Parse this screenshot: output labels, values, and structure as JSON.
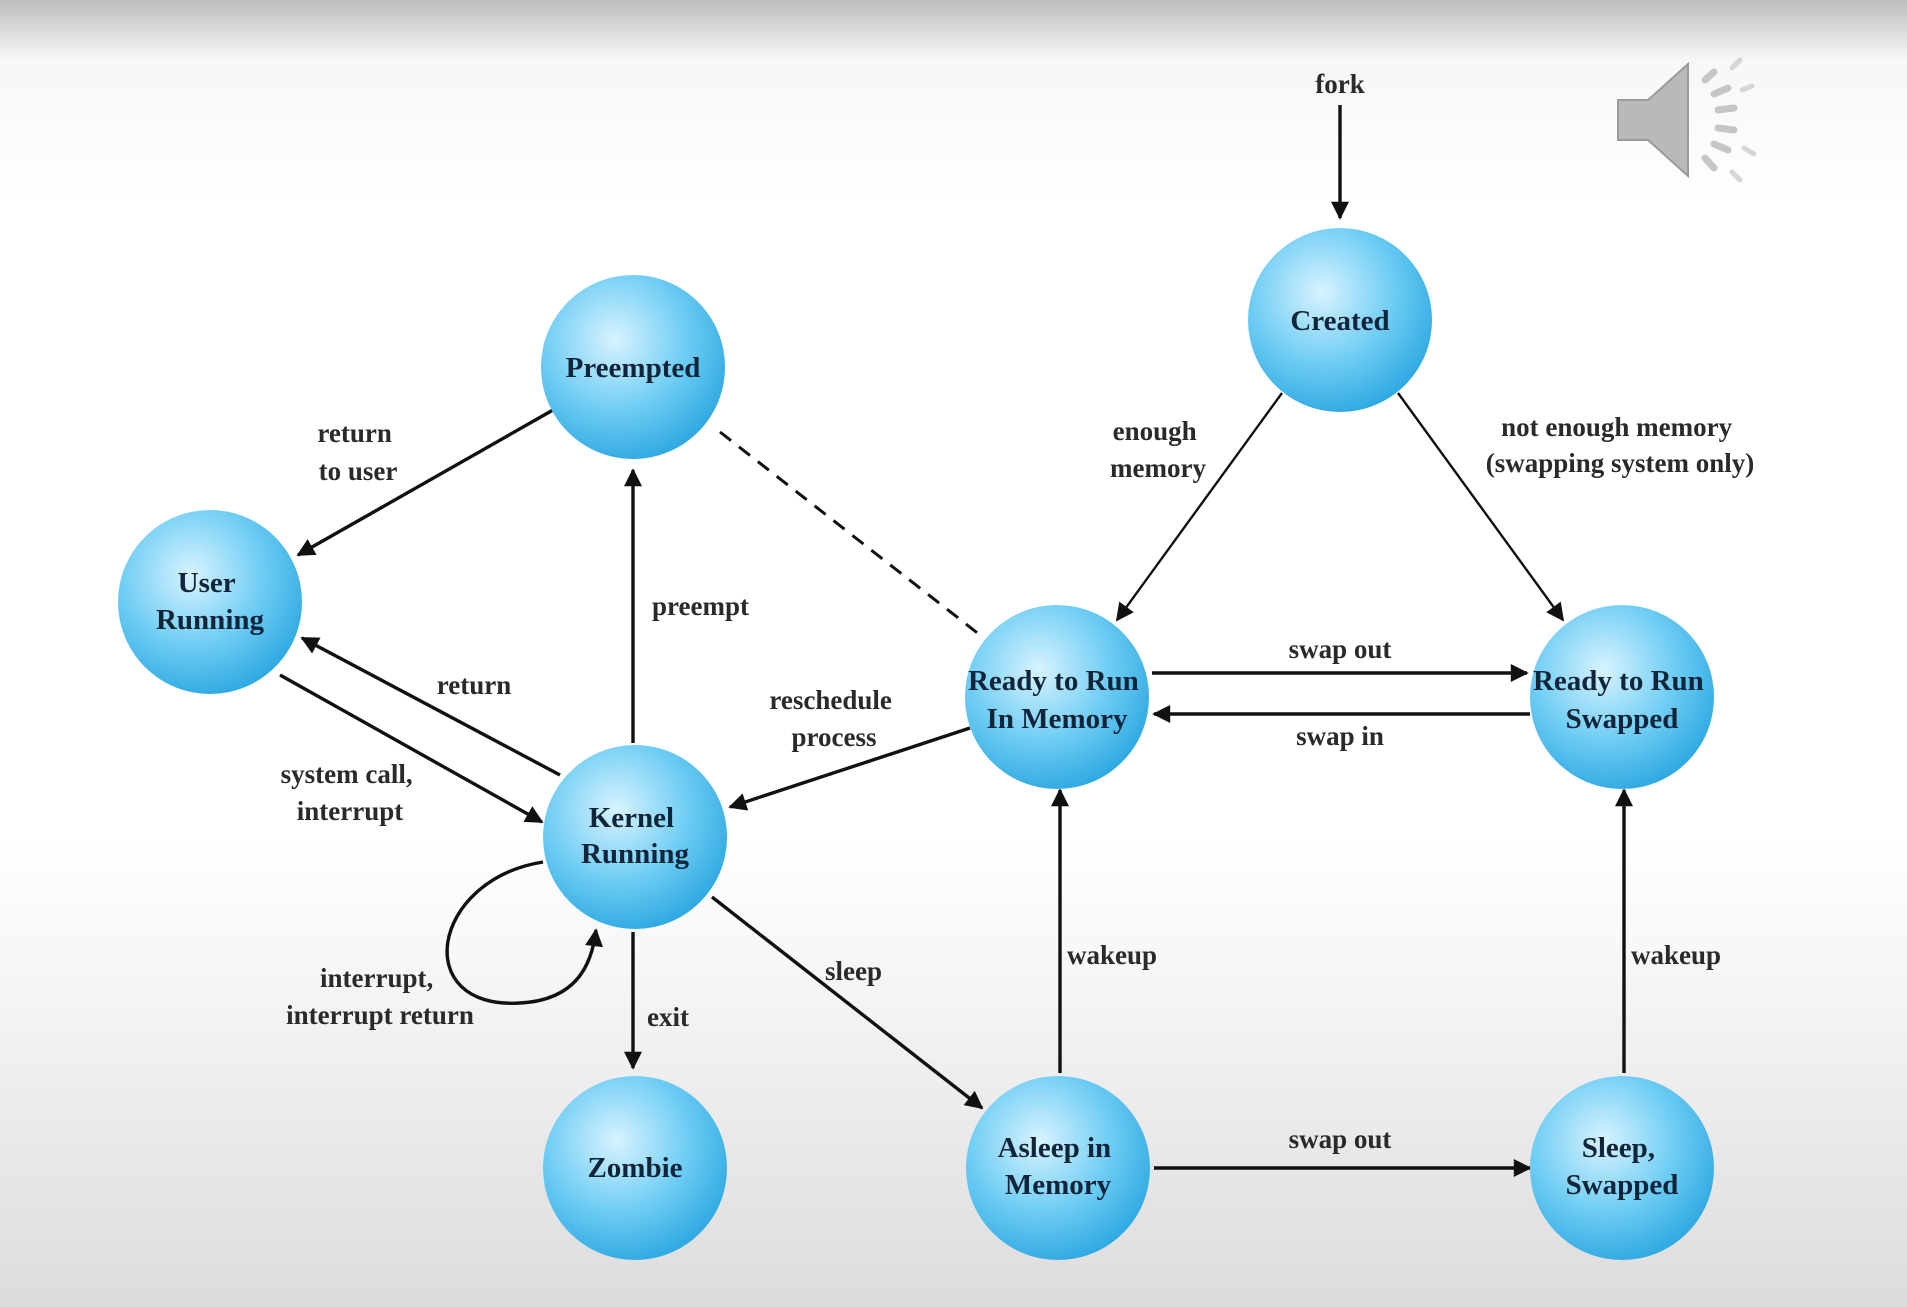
{
  "colors": {
    "node_light": "#d8f3ff",
    "node_mid": "#6fcdf4",
    "node_dark": "#2aa6e0",
    "arrow": "#111111",
    "text": "#10243a"
  },
  "icons": {
    "speaker": "speaker-volume-icon"
  },
  "states": {
    "created": [
      "Created"
    ],
    "preempted": [
      "Preempted"
    ],
    "user_running": [
      "User",
      "Running"
    ],
    "kernel_running": [
      "Kernel",
      "Running"
    ],
    "zombie": [
      "Zombie"
    ],
    "ready_memory": [
      "Ready to Run",
      "In Memory"
    ],
    "ready_swapped": [
      "Ready to Run",
      "Swapped"
    ],
    "asleep_memory": [
      "Asleep in",
      "Memory"
    ],
    "sleep_swapped": [
      "Sleep,",
      "Swapped"
    ]
  },
  "transitions": {
    "fork": [
      "fork"
    ],
    "enough_memory": [
      "enough",
      "memory"
    ],
    "not_enough_memory": [
      "not enough memory",
      "(swapping system only)"
    ],
    "return_to_user": [
      "return",
      "to user"
    ],
    "preempt": [
      "preempt"
    ],
    "return": [
      "return"
    ],
    "system_call": [
      "system call,",
      "interrupt"
    ],
    "interrupt_return": [
      "interrupt,",
      "interrupt return"
    ],
    "exit": [
      "exit"
    ],
    "sleep": [
      "sleep"
    ],
    "reschedule": [
      "reschedule",
      "process"
    ],
    "swap_out_top": [
      "swap out"
    ],
    "swap_in": [
      "swap in"
    ],
    "wakeup_memory": [
      "wakeup"
    ],
    "wakeup_swapped": [
      "wakeup"
    ],
    "swap_out_bottom": [
      "swap out"
    ]
  }
}
